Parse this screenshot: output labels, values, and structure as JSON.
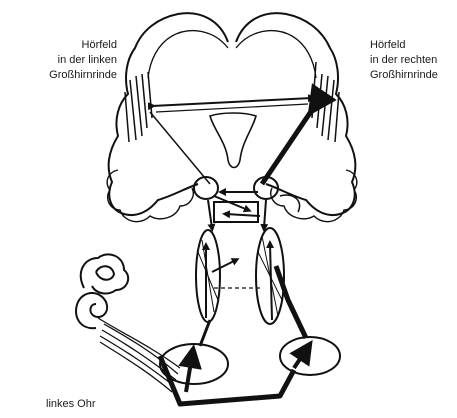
{
  "labels": {
    "left_cortex": [
      "Hörfeld",
      "in der linken",
      "Großhirnrinde"
    ],
    "right_cortex": [
      "Hörfeld",
      "in der rechten",
      "Großhirnrinde"
    ],
    "ear": "linkes Ohr"
  }
}
